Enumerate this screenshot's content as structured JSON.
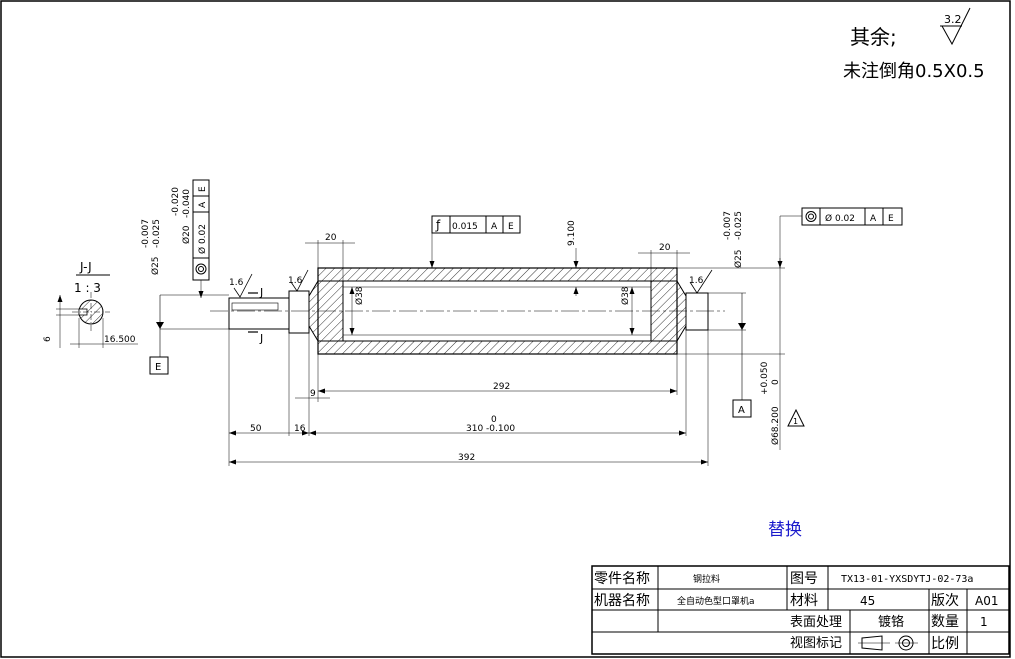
{
  "notes": {
    "rest_label": "其余;",
    "roughness_value": "3.2",
    "chamfer_note": "未注倒角0.5X0.5"
  },
  "section": {
    "title": "J-J",
    "scale": "1 : 3",
    "dim_depth": "6",
    "dim_width": "16.500"
  },
  "datums": {
    "e": "E",
    "a": "A"
  },
  "tolerances": {
    "left_shaft": {
      "symbol": "◎",
      "value": "Ø 0.02",
      "ref1": "A",
      "ref2": "E"
    },
    "left_shaft_upper": "-0.020",
    "left_shaft_lower": "-0.040",
    "left_shaft_diam": "Ø20",
    "runout": {
      "symbol": "ƒ",
      "value": "0.015",
      "ref1": "A",
      "ref2": "E"
    },
    "right_shaft": {
      "symbol": "◎",
      "value": "Ø 0.02",
      "ref1": "A",
      "ref2": "E"
    }
  },
  "dimensions": {
    "d25_left_upper": "-0.007",
    "d25_left_lower": "-0.025",
    "d25_left": "Ø25",
    "d25_right_upper": "-0.007",
    "d25_right_lower": "-0.025",
    "d25_right": "Ø25",
    "d68_upper": "+0.050",
    "d68_lower": "0",
    "d68": "Ø68.200",
    "d38_left": "Ø38",
    "d38_right": "Ø38",
    "wall": "9.100",
    "hub_left": "20",
    "hub_right": "20",
    "len_292": "292",
    "len_310_upper": "0",
    "len_310": "310 -0.100",
    "len_9": "9",
    "len_50": "50",
    "len_16": "16",
    "len_392": "392",
    "rough_1": "1.6",
    "rough_2": "1.6",
    "rough_3": "1.6",
    "cut_j": "J",
    "rev_mark": "1"
  },
  "replace_text": "替换",
  "title_block": {
    "part_name_label": "零件名称",
    "part_name": "钢拉料",
    "drawing_no_label": "图号",
    "drawing_no": "TX13-01-YXSDYTJ-02-73a",
    "machine_label": "机器名称",
    "machine": "全自动色型口罩机a",
    "material_label": "材料",
    "material": "45",
    "version_label": "版次",
    "version": "A01",
    "surface_label": "表面处理",
    "surface": "镀铬",
    "qty_label": "数量",
    "qty": "1",
    "view_label": "视图标记",
    "scale_label": "比例"
  },
  "colors": {
    "line": "#000000",
    "accent_text": "#1a1acc"
  }
}
